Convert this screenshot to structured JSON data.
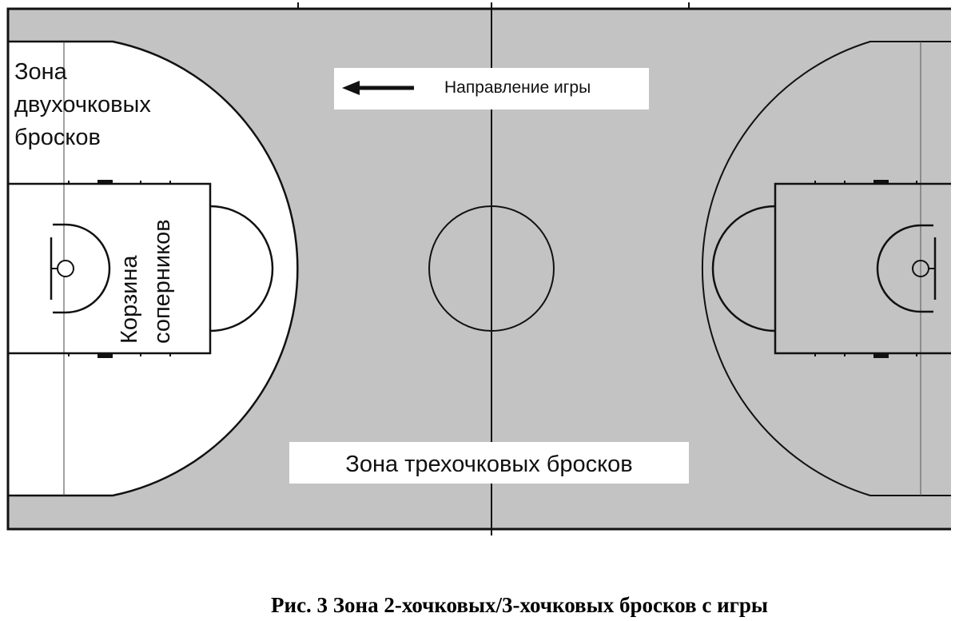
{
  "labels": {
    "two_point_zone": [
      "Зона",
      "двухочковых",
      "бросков"
    ],
    "opponent_basket": [
      "Корзина",
      "соперников"
    ],
    "direction": "Направление игры",
    "three_point_zone": "Зона трехочковых бросков"
  },
  "caption": "Рис. 3 Зона 2-хочковых/3-хочковых бросков с игры",
  "colors": {
    "court_gray": "#c3c3c3",
    "two_point_zone": "#ffffff",
    "lines": "#111111"
  },
  "icons": {
    "direction_arrow": "arrow-left-icon"
  }
}
